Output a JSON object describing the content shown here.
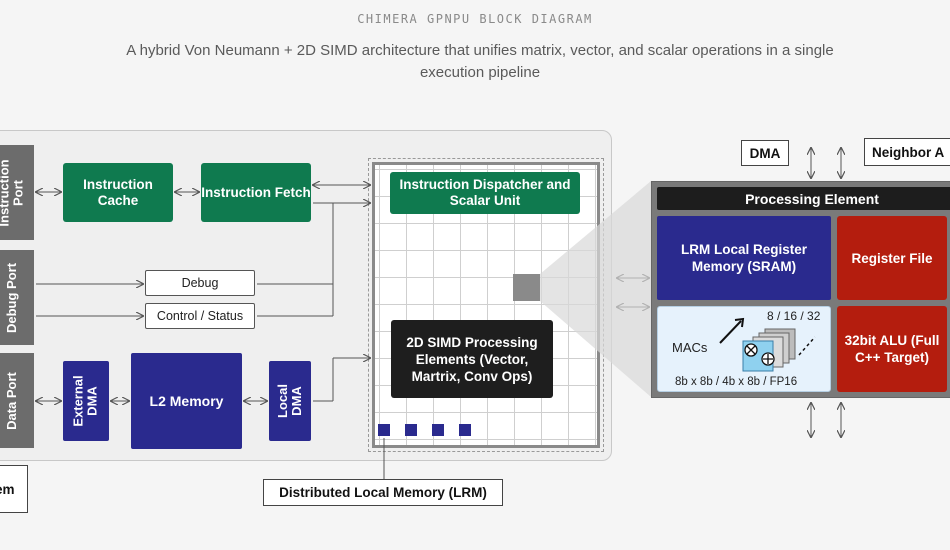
{
  "header": {
    "title": "CHIMERA GPNPU BLOCK DIAGRAM",
    "subtitle": "A hybrid Von Neumann + 2D SIMD architecture that unifies matrix, vector, and scalar operations in a single execution pipeline"
  },
  "ports": {
    "instruction": "Instruction Port",
    "debug": "Debug Port",
    "data": "Data Port"
  },
  "blocks": {
    "instruction_cache": "Instruction Cache",
    "instruction_fetch": "Instruction Fetch",
    "debug": "Debug",
    "control_status": "Control / Status",
    "external_dma": "External DMA",
    "l2_memory": "L2 Memory",
    "local_dma": "Local DMA",
    "dispatcher": "Instruction Dispatcher and Scalar Unit",
    "simd": "2D SIMD Processing Elements (Vector, Martrix, Conv Ops)",
    "lrm_label": "Distributed Local Memory (LRM)",
    "system_partial": "em"
  },
  "processing_element": {
    "dma": "DMA",
    "neighbor": "Neighbor A",
    "title": "Processing Element",
    "lrm": "LRM Local Register Memory (SRAM)",
    "register_file": "Register File",
    "macs": "MACs",
    "mac_widths": "8 / 16 / 32",
    "mac_formats": "8b x 8b / 4b x 8b / FP16",
    "alu": "32bit ALU (Full C++ Target)"
  },
  "colors": {
    "green": "#0f7a4f",
    "navy": "#2a2a8e",
    "red": "#b41d0e",
    "port_gray": "#6c6c6c",
    "black": "#1e1e1e"
  }
}
